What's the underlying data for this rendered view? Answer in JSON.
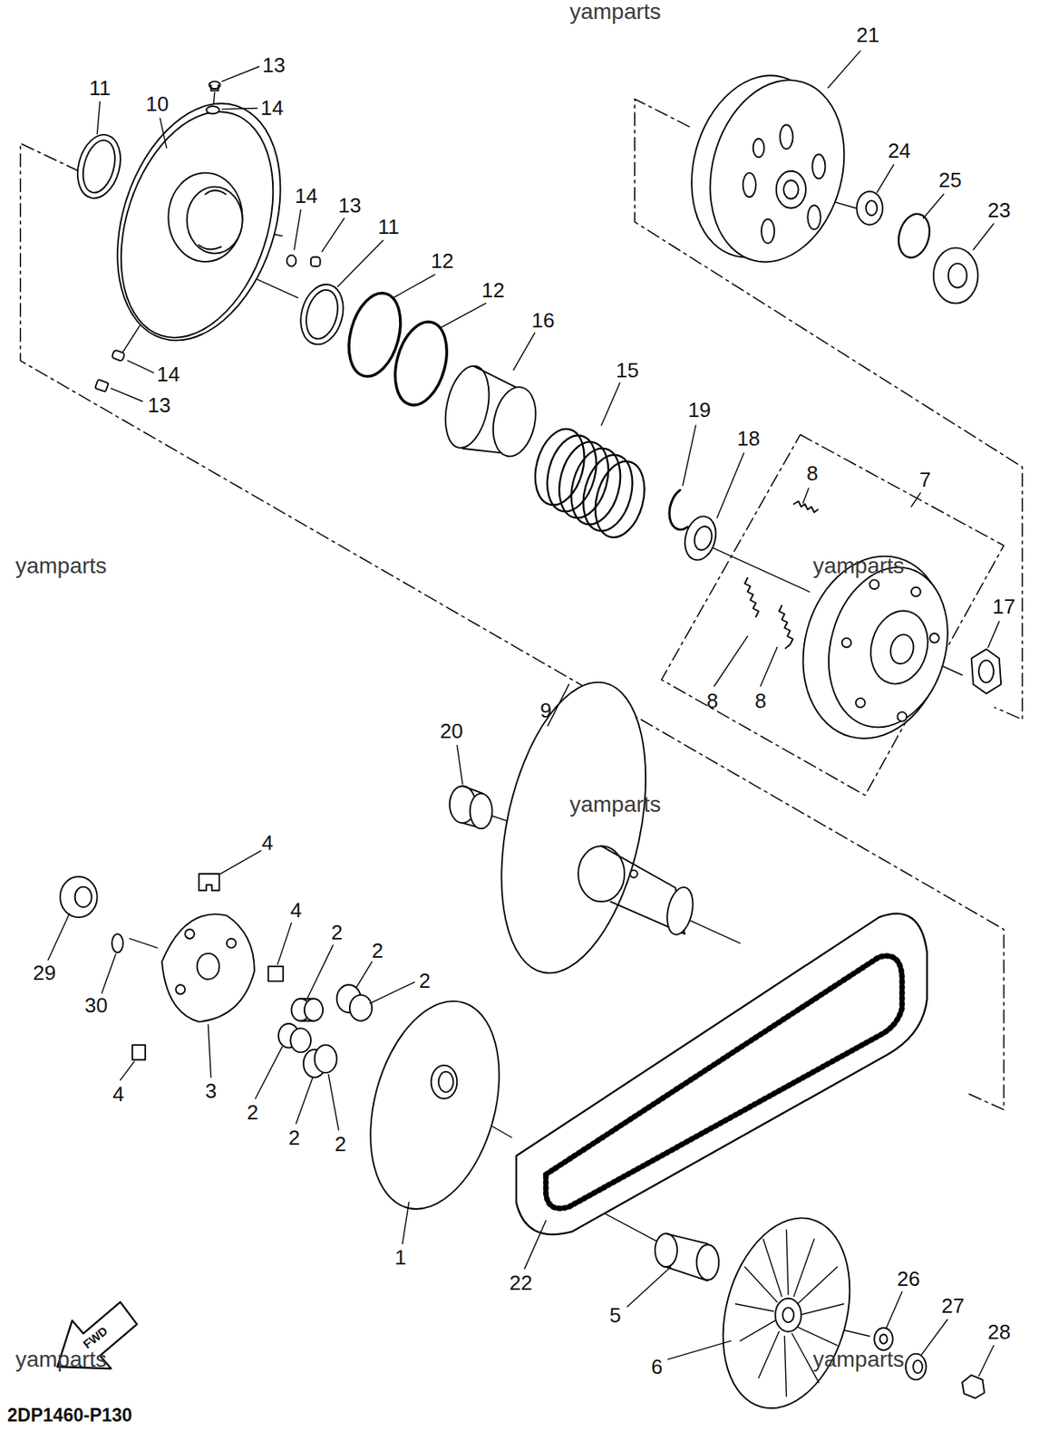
{
  "diagram": {
    "labels": [
      "yamparts",
      "21",
      "13",
      "11",
      "10",
      "14",
      "24",
      "25",
      "14",
      "13",
      "11",
      "23",
      "12",
      "12",
      "16",
      "14",
      "13",
      "15",
      "19",
      "18",
      "8",
      "7",
      "yamparts",
      "yamparts",
      "17",
      "8",
      "8",
      "20",
      "9",
      "yamparts",
      "4",
      "4",
      "2",
      "2",
      "2",
      "29",
      "30",
      "3",
      "4",
      "2",
      "2",
      "2",
      "1",
      "22",
      "26",
      "27",
      "28",
      "5",
      "6",
      "yamparts",
      "FWD",
      "yamparts",
      "2DP1460-P130"
    ]
  }
}
